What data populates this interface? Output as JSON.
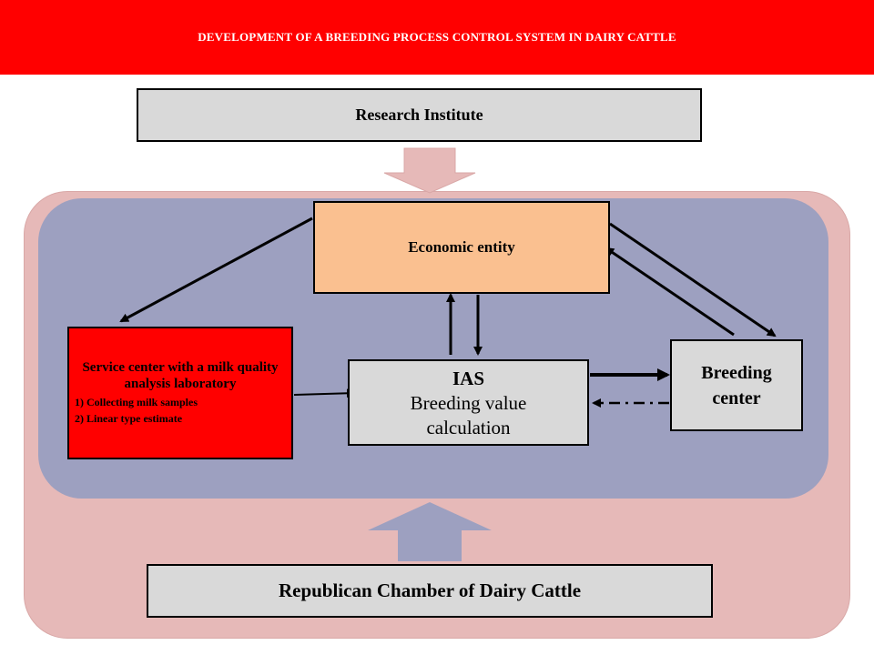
{
  "header": {
    "title": "DEVELOPMENT  OF A BREEDING PROCESS CONTROL SYSTEM  IN DAIRY CATTLE"
  },
  "nodes": {
    "research_institute": "Research Institute",
    "economic_entity": "Economic entity",
    "service_center": {
      "title": "Service center with a milk quality analysis laboratory",
      "items": [
        "1)   Collecting milk samples",
        "2)   Linear type estimate"
      ]
    },
    "ias": {
      "title": "IAS",
      "subtitle_line1": "Breeding value",
      "subtitle_line2": "calculation"
    },
    "breeding_center": {
      "line1": "Breeding",
      "line2": "center"
    },
    "republican_chamber": "Republican Chamber of Dairy Cattle"
  },
  "colors": {
    "banner": "#ff0000",
    "outer_region": "#e6b9b8",
    "inner_region": "#9da0c0",
    "economic_entity": "#fac090",
    "service_center": "#ff0000",
    "grey_boxes": "#d9d9d9",
    "block_arrow_down": "#e6b9b8",
    "block_arrow_up": "#9da0c0"
  }
}
